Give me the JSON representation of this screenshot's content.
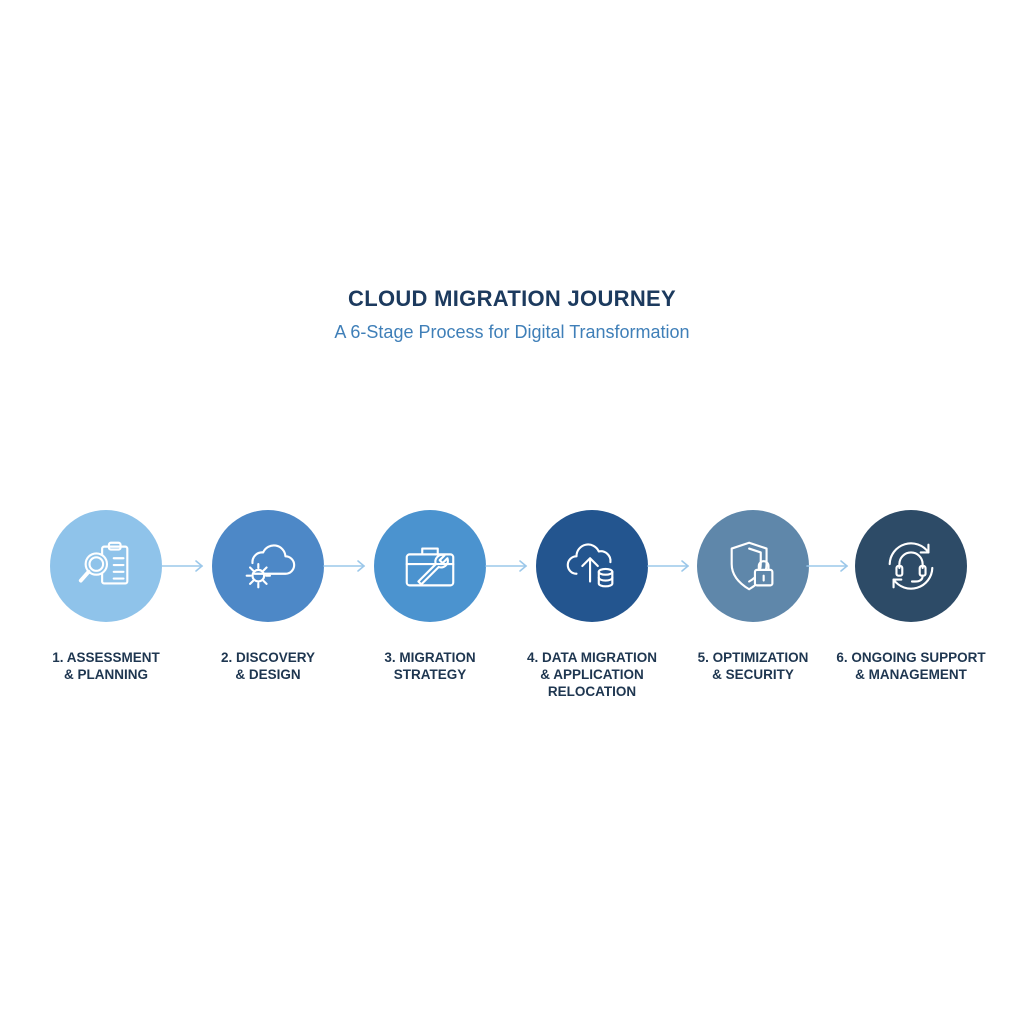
{
  "title": "CLOUD MIGRATION JOURNEY",
  "subtitle": "A 6-Stage Process for Digital Transformation",
  "stages": [
    {
      "label": "1. ASSESSMENT\n& PLANNING",
      "icon": "magnifier-clipboard-icon",
      "color": "#8fc3ea"
    },
    {
      "label": "2. DISCOVERY\n& DESIGN",
      "icon": "cloud-gear-icon",
      "color": "#4d88c7"
    },
    {
      "label": "3. MIGRATION\nSTRATEGY",
      "icon": "toolbox-wrench-icon",
      "color": "#4b93cf"
    },
    {
      "label": "4. DATA MIGRATION\n& APPLICATION\nRELOCATION",
      "icon": "cloud-upload-database-icon",
      "color": "#23558f"
    },
    {
      "label": "5. OPTIMIZATION\n& SECURITY",
      "icon": "shield-lock-icon",
      "color": "#5f87aa"
    },
    {
      "label": "6. ONGOING SUPPORT\n& MANAGEMENT",
      "icon": "headset-cycle-icon",
      "color": "#2d4b67"
    }
  ],
  "colors": {
    "title": "#1c3a5e",
    "subtitle": "#3f7fb8",
    "arrow": "#9cc8ea",
    "label": "#1e3650"
  }
}
